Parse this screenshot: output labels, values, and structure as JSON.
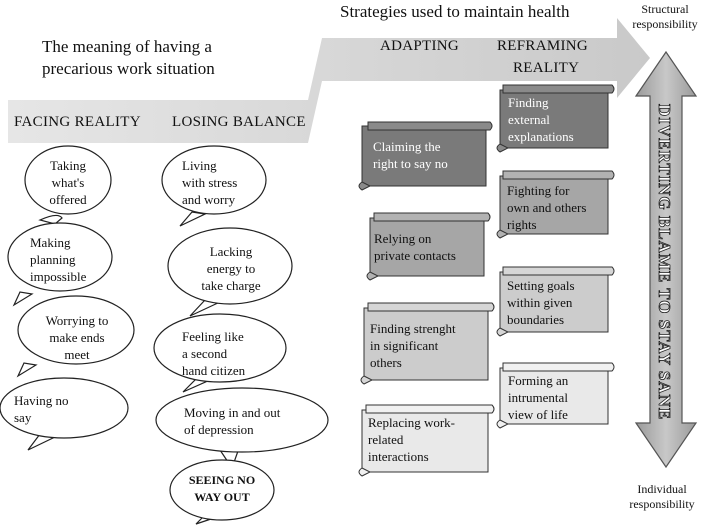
{
  "header": {
    "strategies_title": "Strategies used to maintain health",
    "meaning_title_line1": "The meaning of having a",
    "meaning_title_line2": "precarious work situation",
    "structural": "Structural responsibility",
    "individual": "Individual responsibility"
  },
  "stages": {
    "facing_reality": "FACING REALITY",
    "losing_balance": "LOSING BALANCE",
    "adapting": "ADAPTING",
    "reframing_line1": "REFRAMING",
    "reframing_line2": "REALITY"
  },
  "vertical_label": "DIVERTING BLAME TO STAY SANE",
  "facing_reality_bubbles": [
    {
      "l1": "Taking",
      "l2": "what's",
      "l3": "offered"
    },
    {
      "l1": "Making",
      "l2": "planning",
      "l3": "impossible"
    },
    {
      "l1": "Worrying to",
      "l2": "make ends",
      "l3": "meet"
    },
    {
      "l1": "Having no",
      "l2": "say"
    }
  ],
  "losing_balance_bubbles": [
    {
      "l1": "Living",
      "l2": "with stress",
      "l3": "and worry"
    },
    {
      "l1": "Lacking",
      "l2": "energy to",
      "l3": "take charge"
    },
    {
      "l1": "Feeling like",
      "l2": "a second",
      "l3": "hand citizen"
    },
    {
      "l1": "Moving in and out",
      "l2": "of depression"
    },
    {
      "l1": "SEEING NO",
      "l2": "WAY OUT"
    }
  ],
  "adapting_scrolls": [
    {
      "l1": "Claiming  the",
      "l2": "right  to say no"
    },
    {
      "l1": "Relying on",
      "l2": "private contacts"
    },
    {
      "l1": "Finding strenght",
      "l2": "in significant",
      "l3": "others"
    },
    {
      "l1": "Replacing work-",
      "l2": "related",
      "l3": "interactions"
    }
  ],
  "reframing_scrolls": [
    {
      "l1": "Finding",
      "l2": "external",
      "l3": "explanations"
    },
    {
      "l1": "Fighting  for",
      "l2": "own and others",
      "l3": "rights"
    },
    {
      "l1": "Setting goals",
      "l2": "within given",
      "l3": "boundaries"
    },
    {
      "l1": "Forming an",
      "l2": "intrumental",
      "l3": "view of life"
    }
  ],
  "colors": {
    "arrow_gray": "#cfcfcf",
    "scroll_dark": "#7a7a7a",
    "scroll_mid": "#a6a6a6",
    "scroll_light": "#cccccc",
    "scroll_lightest": "#e9e9e9"
  }
}
